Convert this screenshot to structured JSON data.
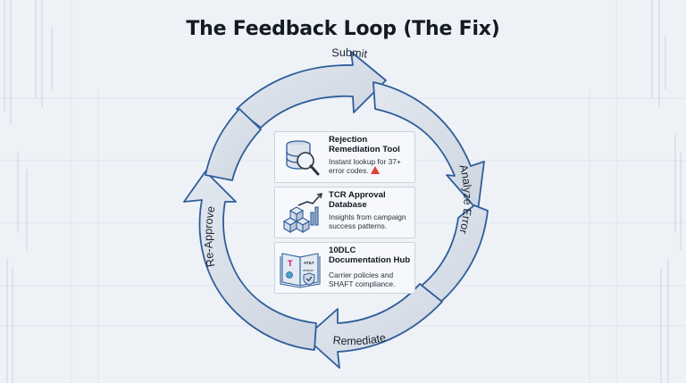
{
  "title": "The Feedback Loop (The Fix)",
  "stages": {
    "submit": "Submit",
    "analyze": "Analyze Error",
    "remediate": "Remediate",
    "reapprove": "Re-Approve"
  },
  "resources": [
    {
      "heading": "Rejection Remediation Tool",
      "description": "Instant lookup for 37+ error codes.",
      "icon": "database-magnifier-icon"
    },
    {
      "heading": "TCR Approval Database",
      "description": "Insights from campaign success patterns.",
      "icon": "cubes-growth-chart-icon"
    },
    {
      "heading": "10DLC Documentation Hub",
      "description": "Carrier policies and SHAFT compliance.",
      "icon": "documentation-book-icon"
    }
  ],
  "icon_text": {
    "book_brand": "T",
    "book_at": "AT&T",
    "book_verizon": "verizon"
  },
  "colors": {
    "ring_fill": "#d9dfe8",
    "ring_stroke": "#2f5d9a",
    "warning": "#e0403a",
    "brand_magenta": "#d3007a"
  }
}
